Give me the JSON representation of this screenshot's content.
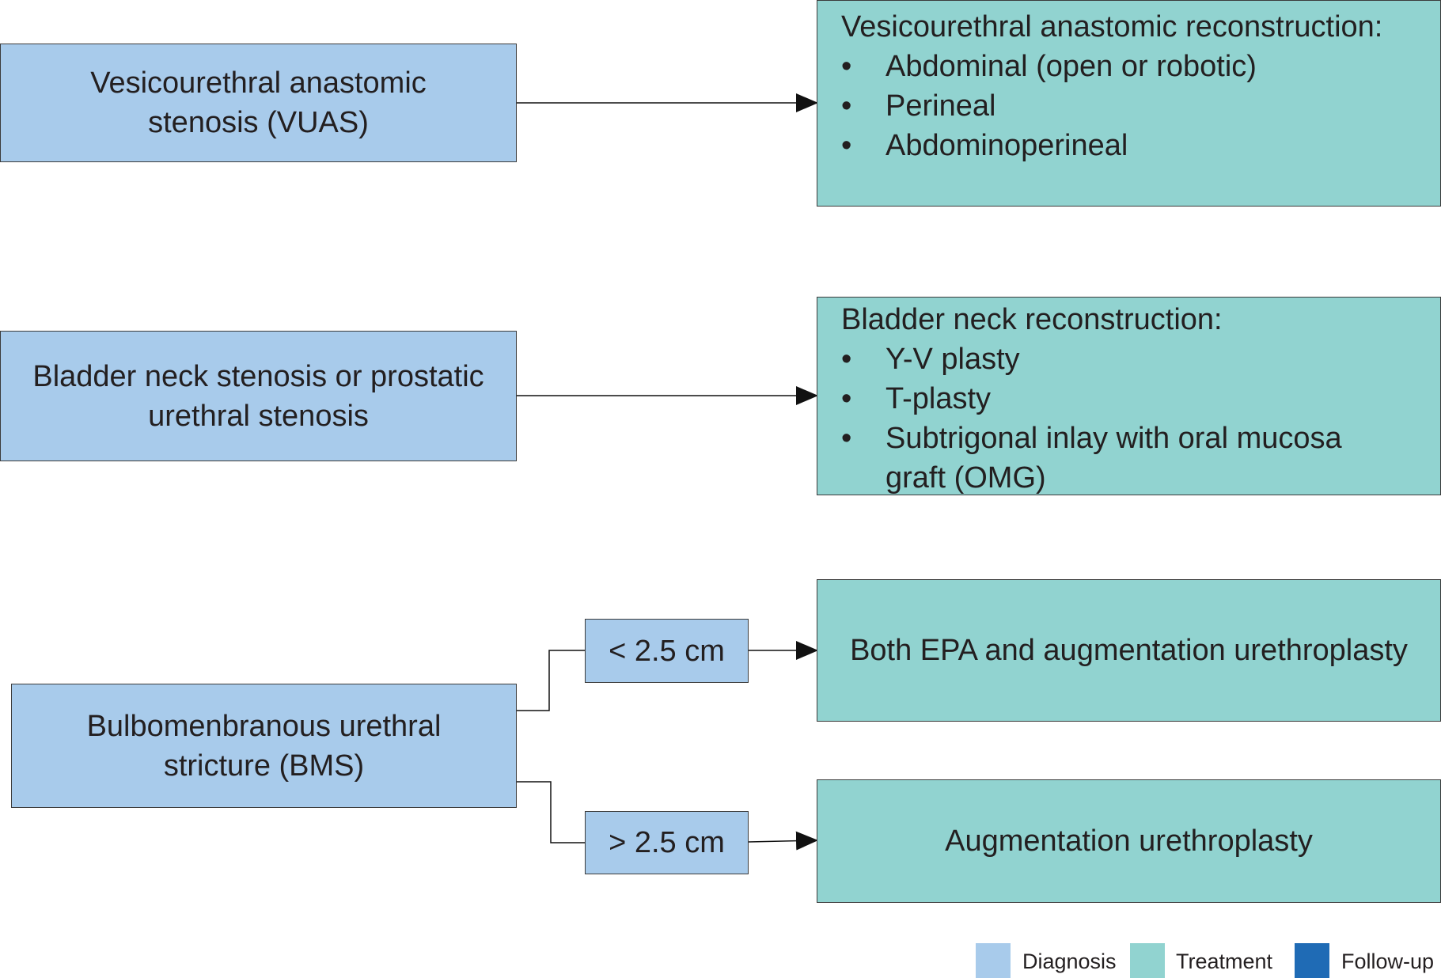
{
  "diagnoses": {
    "vuas": "Vesicourethral anastomic stenosis (VUAS)",
    "bladder_neck": "Bladder neck stenosis or prostatic urethral stenosis",
    "bms": "Bulbomenbranous urethral stricture (BMS)"
  },
  "length_splits": {
    "short": "< 2.5 cm",
    "long": "> 2.5 cm"
  },
  "treatments": {
    "vuas": {
      "title": "Vesicourethral anastomic reconstruction:",
      "items": [
        "Abdominal (open or robotic)",
        "Perineal",
        "Abdominoperineal"
      ]
    },
    "bladder_neck": {
      "title": "Bladder neck reconstruction:",
      "items": [
        "Y-V plasty",
        "T-plasty",
        "Subtrigonal  inlay with oral mucosa graft (OMG)"
      ]
    },
    "bms_short": "Both EPA and augmentation urethroplasty",
    "bms_long": "Augmentation urethroplasty"
  },
  "bullet_char": "•",
  "legend": [
    {
      "label": "Diagnosis",
      "color": "#a8cbeb"
    },
    {
      "label": "Treatment",
      "color": "#91d3d0"
    },
    {
      "label": "Follow-up",
      "color": "#1f6bb5"
    }
  ]
}
